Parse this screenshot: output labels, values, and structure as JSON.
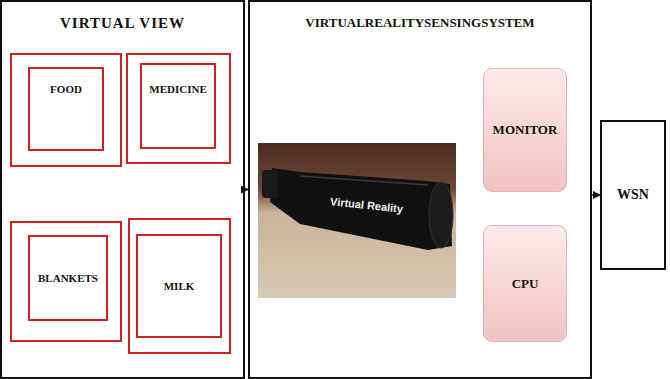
{
  "diagram": {
    "nodes": [
      {
        "text": [
          "VIRTUAL VIEW"
        ]
      },
      {
        "text": [
          "FOOD"
        ],
        "in": 0
      },
      {
        "text": [
          "MEDICINE"
        ],
        "in": 0
      },
      {
        "text": [
          "BLANKETS"
        ],
        "in": 0
      },
      {
        "text": [
          "MILK"
        ],
        "in": 0
      },
      {
        "text": [
          "VIRTUALREALITYSENSINGSYSTEM"
        ]
      },
      {
        "text": [
          "MONITOR"
        ],
        "in": 5
      },
      {
        "text": [
          "CPU"
        ],
        "in": 5
      },
      {
        "text": [
          "WSN"
        ]
      }
    ],
    "edges": [
      {
        "from": 0,
        "to": 5,
        "arrow": "to"
      },
      {
        "from": 5,
        "to": 8,
        "arrow": "to"
      }
    ],
    "labels": [
      "Virtual Reality"
    ]
  }
}
